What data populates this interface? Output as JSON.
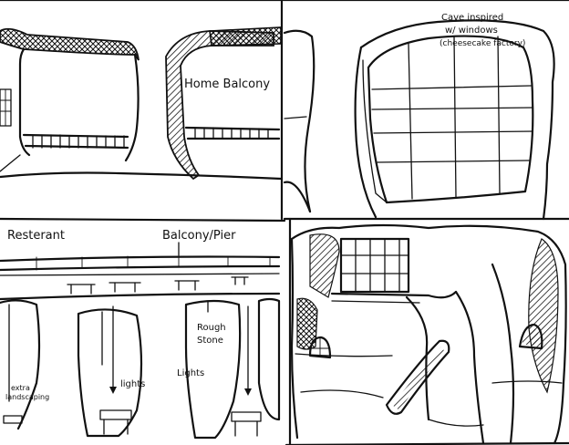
{
  "panels": {
    "top_left": {},
    "top_mid": {
      "label": "Home Balcony"
    },
    "top_right": {
      "note_lines": [
        "Cave inspired",
        "w/ windows",
        "(cheesecake factory)"
      ]
    },
    "bottom_left": {
      "label_left": "Resterant",
      "label_right": "Balcony/Pier",
      "annotation_stone": [
        "Rough",
        "Stone"
      ],
      "annotation_lights_1": "lights",
      "annotation_lights_2": "Lights",
      "annotation_extra": [
        "extra",
        "landscaping"
      ]
    },
    "bottom_right": {}
  },
  "colors": {
    "ink": "#111111",
    "paper": "#ffffff"
  }
}
